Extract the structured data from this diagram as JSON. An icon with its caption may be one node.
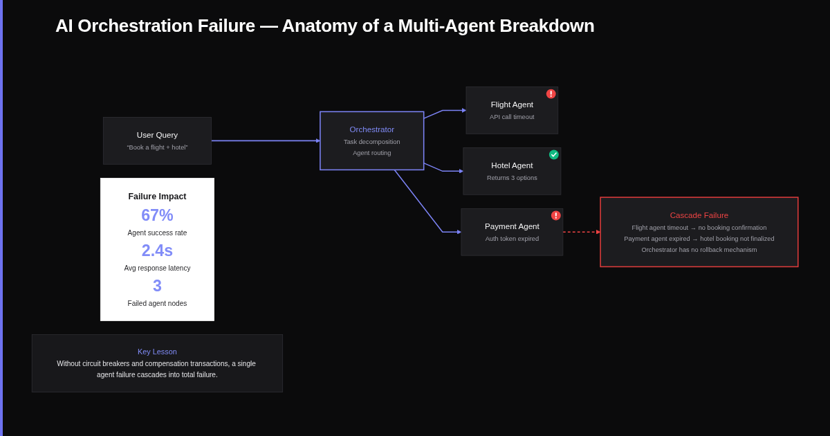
{
  "diagram": {
    "title": "AI Orchestration Failure — Anatomy of a Multi-Agent Breakdown",
    "nodes": [
      {
        "text": [
          "User Query",
          "“Book a flight + hotel”"
        ]
      },
      {
        "text": [
          "Orchestrator",
          "Task decomposition",
          "Agent routing"
        ]
      },
      {
        "text": [
          "Flight Agent",
          "API call timeout"
        ]
      },
      {
        "text": [
          "Hotel Agent",
          "Returns 3 options"
        ]
      },
      {
        "text": [
          "Payment Agent",
          "Auth token expired"
        ]
      },
      {
        "text": [
          "Failure Impact",
          "67%",
          "Agent success rate",
          "2.4s",
          "Avg response latency",
          "3",
          "Failed agent nodes"
        ]
      },
      {
        "text": [
          "Key Lesson",
          "Without circuit breakers and compensation transactions, a single agent failure cascades into total failure."
        ]
      },
      {
        "text": [
          "Cascade Failure",
          "Flight agent timeout → no booking confirmation",
          "Payment agent expired → hotel booking not finalized",
          "Orchestrator has no rollback mechanism"
        ]
      }
    ],
    "edges": [
      {
        "from": 0,
        "to": 1,
        "arrow": "to"
      },
      {
        "from": 1,
        "to": 2,
        "arrow": "to"
      },
      {
        "from": 1,
        "to": 3,
        "arrow": "to"
      },
      {
        "from": 1,
        "to": 4,
        "arrow": "to"
      },
      {
        "from": 4,
        "to": 7,
        "arrow": "to",
        "style": "dashed",
        "color": "#ef4444"
      }
    ]
  }
}
